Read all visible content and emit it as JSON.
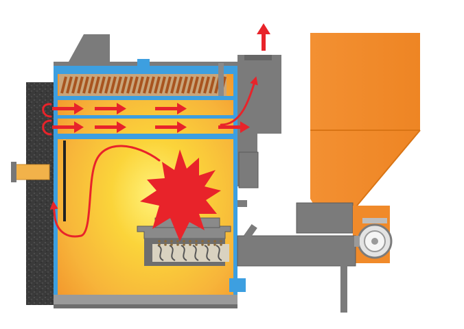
{
  "diagram": {
    "kind": "pellet-boiler-cross-section",
    "components": [
      "insulation-wall",
      "chimney-outlet",
      "top-hood",
      "heat-exchanger-coil",
      "firebox",
      "flame",
      "flue-gas-path",
      "burner-tray",
      "auger-screw",
      "feed-pipe",
      "pellet-hopper",
      "motor",
      "water-pipe-left"
    ]
  },
  "colors": {
    "water_jacket": "#3d9fe0",
    "steel": "#7b7b7b",
    "steel_dark": "#5a5a5a",
    "hopper_orange": "#f08a2a",
    "hopper_dark": "#d97414",
    "flame_red": "#e8232a",
    "fire_yellow": "#fbd43a",
    "fire_orange": "#f7a43a",
    "insulation": "#3c3c3c",
    "coil_brown": "#a8541f",
    "pipe_orange": "#f2b24a"
  },
  "icons": {
    "flow_arrow": "red-arrow-icon",
    "exhaust_arrow": "up-arrow-icon",
    "motor": "motor-icon"
  }
}
